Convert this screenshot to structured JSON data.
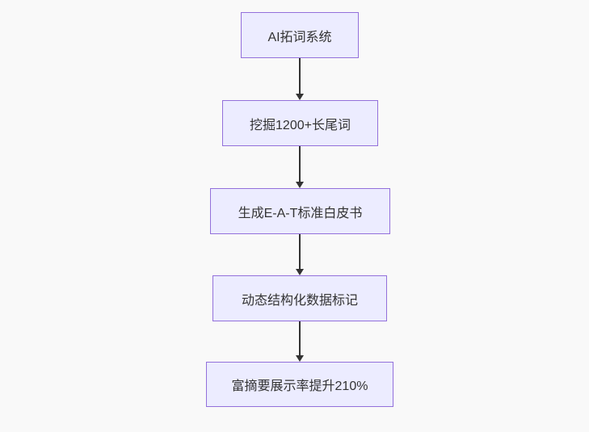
{
  "page": {
    "background_color": "#f9f9f9"
  },
  "diagram": {
    "type": "flowchart",
    "direction": "top-down",
    "style": {
      "node_fill": "#ECECFF",
      "node_border_color": "#9370DB",
      "text_color": "#333333",
      "arrow_color": "#333333"
    },
    "nodes": [
      {
        "label": "AI拓词系统"
      },
      {
        "label": "挖掘1200+长尾词"
      },
      {
        "label": "生成E-A-T标准白皮书"
      },
      {
        "label": "动态结构化数据标记"
      },
      {
        "label": "富摘要展示率提升210%"
      }
    ],
    "edges": [
      {
        "from": 0,
        "to": 1
      },
      {
        "from": 1,
        "to": 2
      },
      {
        "from": 2,
        "to": 3
      },
      {
        "from": 3,
        "to": 4
      }
    ]
  }
}
